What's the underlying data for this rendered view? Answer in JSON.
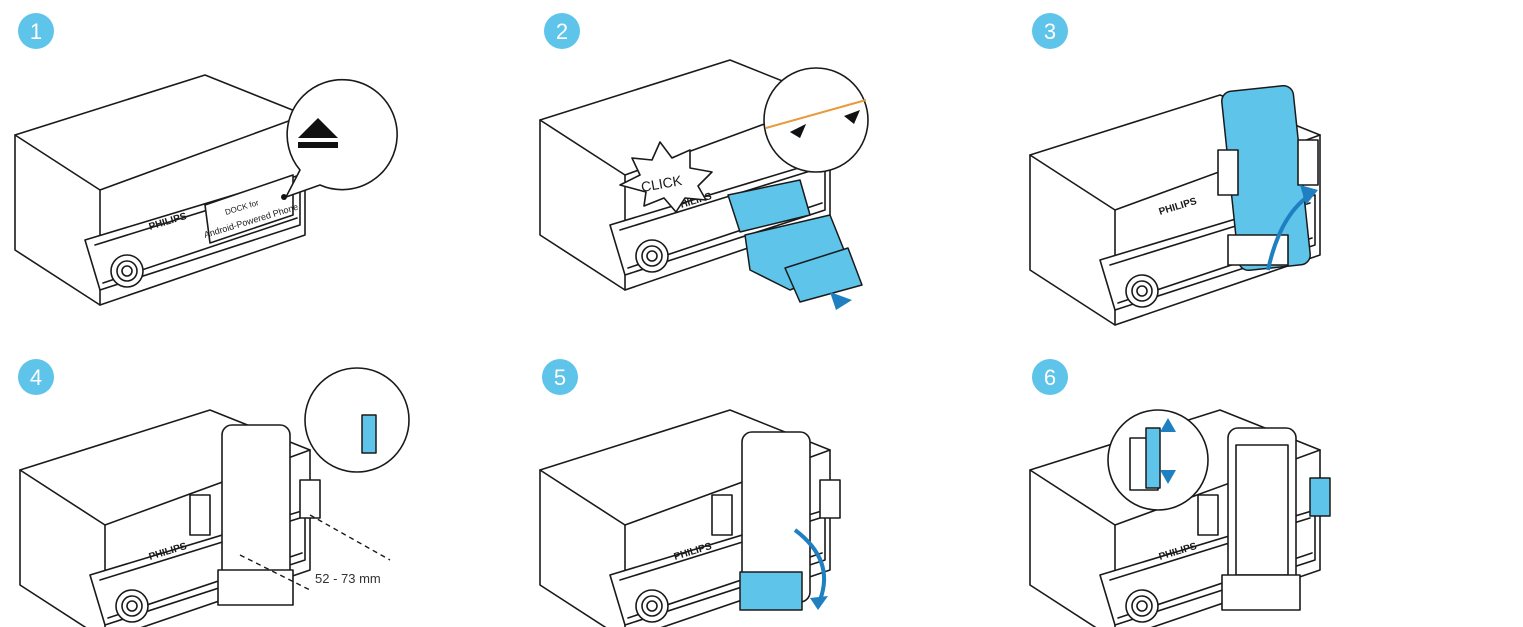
{
  "steps": [
    {
      "number": "1"
    },
    {
      "number": "2"
    },
    {
      "number": "3"
    },
    {
      "number": "4"
    },
    {
      "number": "5"
    },
    {
      "number": "6"
    }
  ],
  "brand": "PHILIPS",
  "dock_label_line1": "DOCK for",
  "dock_label_line2": "Android-Powered Phone",
  "click_text": "CLICK",
  "dimension_text": "52 - 73 mm",
  "colors": {
    "accent": "#5ec4ea",
    "arrow": "#1f7fc0",
    "line": "#1a1a1a"
  }
}
